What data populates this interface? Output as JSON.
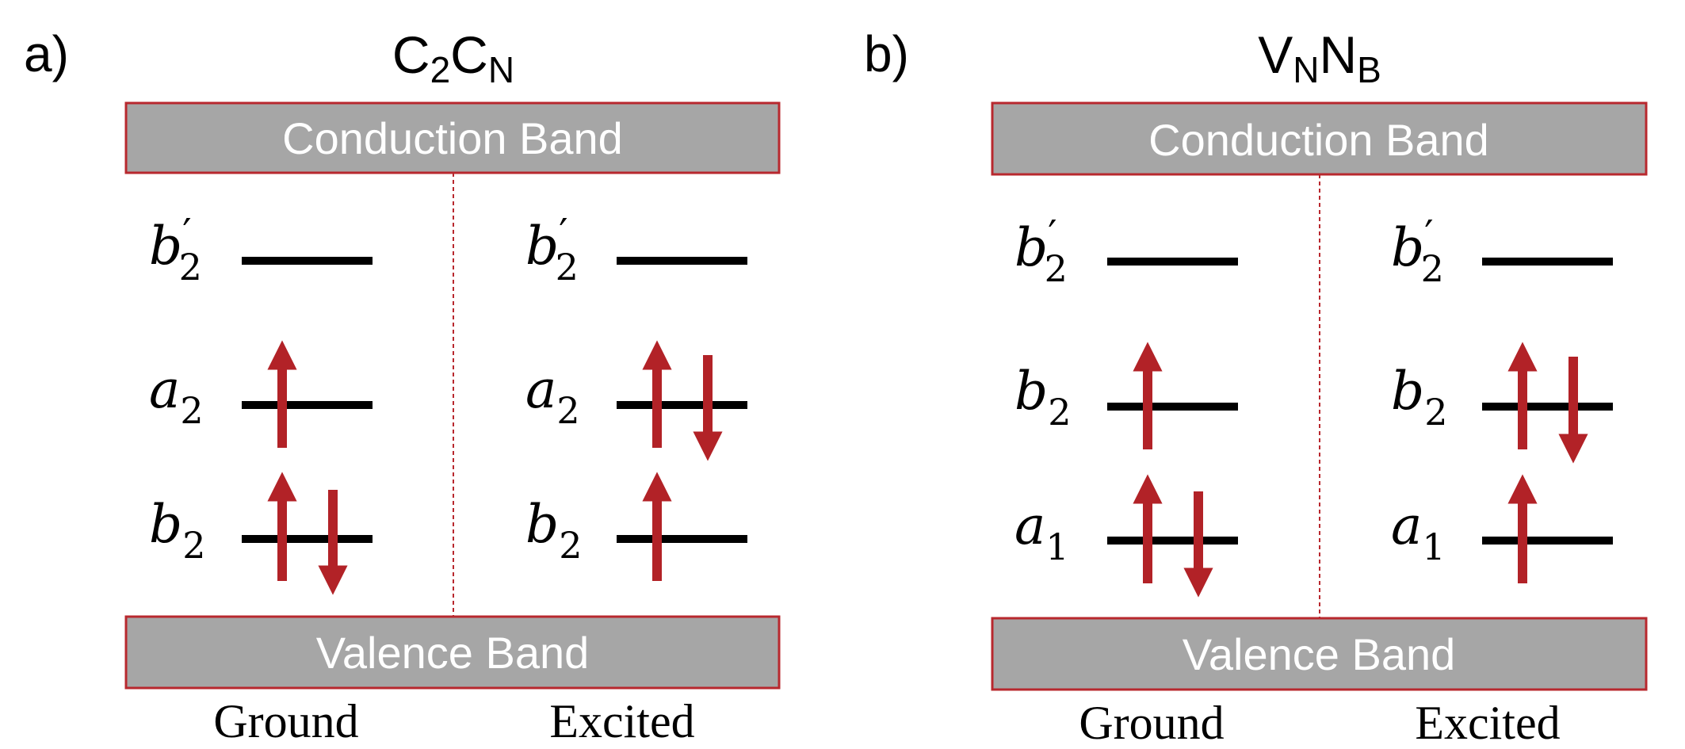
{
  "colors": {
    "band_fill": "#a6a6a6",
    "band_border": "#b8282e",
    "divider": "#b8282e",
    "arrow": "#b22227",
    "level": "#000000"
  },
  "panels": [
    {
      "letter": "a)",
      "title_main1": "C",
      "title_sub1": "2",
      "title_main2": "C",
      "title_sub2": "N",
      "conduction_band": "Conduction Band",
      "valence_band": "Valence Band",
      "ground_label": "Ground",
      "excited_label": "Excited",
      "levels": [
        {
          "main": "b",
          "sub": "2",
          "prime": "′",
          "ground_electrons": "",
          "excited_electrons": ""
        },
        {
          "main": "a",
          "sub": "2",
          "prime": "",
          "ground_electrons": "up",
          "excited_electrons": "updown"
        },
        {
          "main": "b",
          "sub": "2",
          "prime": "",
          "ground_electrons": "updown",
          "excited_electrons": "up"
        }
      ]
    },
    {
      "letter": "b)",
      "title_main1": "V",
      "title_sub1": "N",
      "title_main2": "N",
      "title_sub2": "B",
      "conduction_band": "Conduction Band",
      "valence_band": "Valence Band",
      "ground_label": "Ground",
      "excited_label": "Excited",
      "levels": [
        {
          "main": "b",
          "sub": "2",
          "prime": "′",
          "ground_electrons": "",
          "excited_electrons": ""
        },
        {
          "main": "b",
          "sub": "2",
          "prime": "",
          "ground_electrons": "up",
          "excited_electrons": "updown"
        },
        {
          "main": "a",
          "sub": "1",
          "prime": "",
          "ground_electrons": "updown",
          "excited_electrons": "up"
        }
      ]
    }
  ]
}
